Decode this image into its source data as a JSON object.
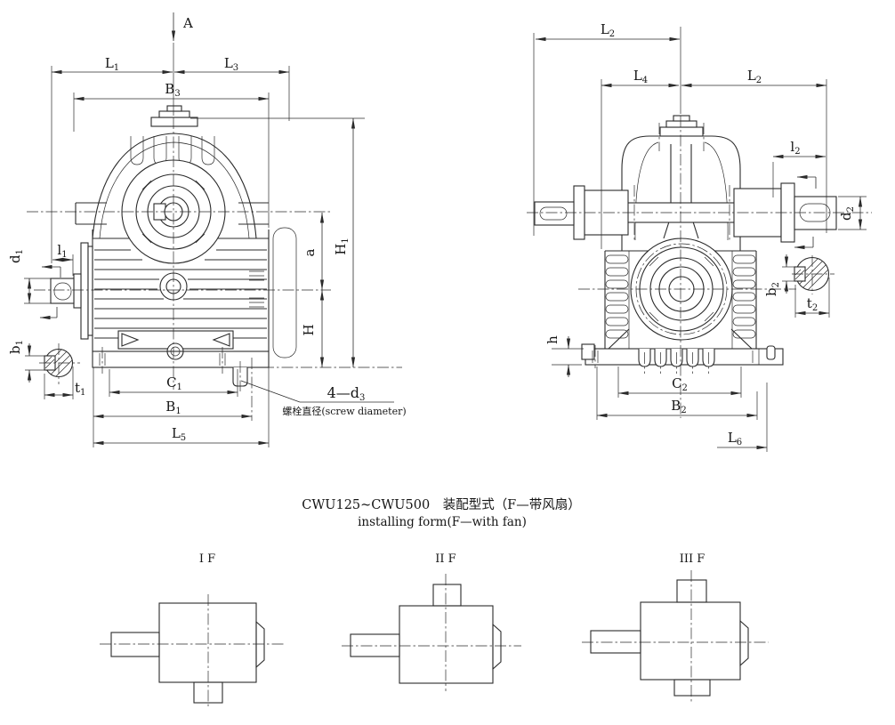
{
  "style": {
    "line_color": "#2b2b2b",
    "background": "#ffffff"
  },
  "front_view": {
    "view_arrow": {
      "t": "A",
      "s": ""
    },
    "dims": {
      "L1": {
        "t": "L",
        "s": "1"
      },
      "L3": {
        "t": "L",
        "s": "3"
      },
      "B3": {
        "t": "B",
        "s": "3"
      },
      "H1": {
        "t": "H",
        "s": "1"
      },
      "a": {
        "t": "a",
        "s": ""
      },
      "H": {
        "t": "H",
        "s": ""
      },
      "d1": {
        "t": "d",
        "s": "1"
      },
      "l1": {
        "t": "l",
        "s": "1"
      },
      "b1": {
        "t": "b",
        "s": "1"
      },
      "t1": {
        "t": "t",
        "s": "1"
      },
      "C1": {
        "t": "C",
        "s": "1"
      },
      "B1": {
        "t": "B",
        "s": "1"
      },
      "L5": {
        "t": "L",
        "s": "5"
      }
    },
    "bolt_callout": {
      "t": "4—d",
      "s": "3",
      "note": "螺栓直径(screw diameter)"
    }
  },
  "side_view": {
    "dims": {
      "L2_overall": {
        "t": "L",
        "s": "2"
      },
      "L4": {
        "t": "L",
        "s": "4"
      },
      "L2_right": {
        "t": "L",
        "s": "2"
      },
      "l2": {
        "t": "l",
        "s": "2"
      },
      "d2": {
        "t": "d",
        "s": "2"
      },
      "b2": {
        "t": "b",
        "s": "2"
      },
      "t2": {
        "t": "t",
        "s": "2"
      },
      "h": {
        "t": "h",
        "s": ""
      },
      "C2": {
        "t": "C",
        "s": "2"
      },
      "B2": {
        "t": "B",
        "s": "2"
      },
      "L6": {
        "t": "L",
        "s": "6"
      }
    }
  },
  "caption": {
    "line1": "CWU125~CWU500　装配型式（F—带风扇）",
    "line2": "installing form(F—with fan)"
  },
  "install_forms": [
    {
      "label": "I F"
    },
    {
      "label": "II F"
    },
    {
      "label": "III F"
    }
  ]
}
